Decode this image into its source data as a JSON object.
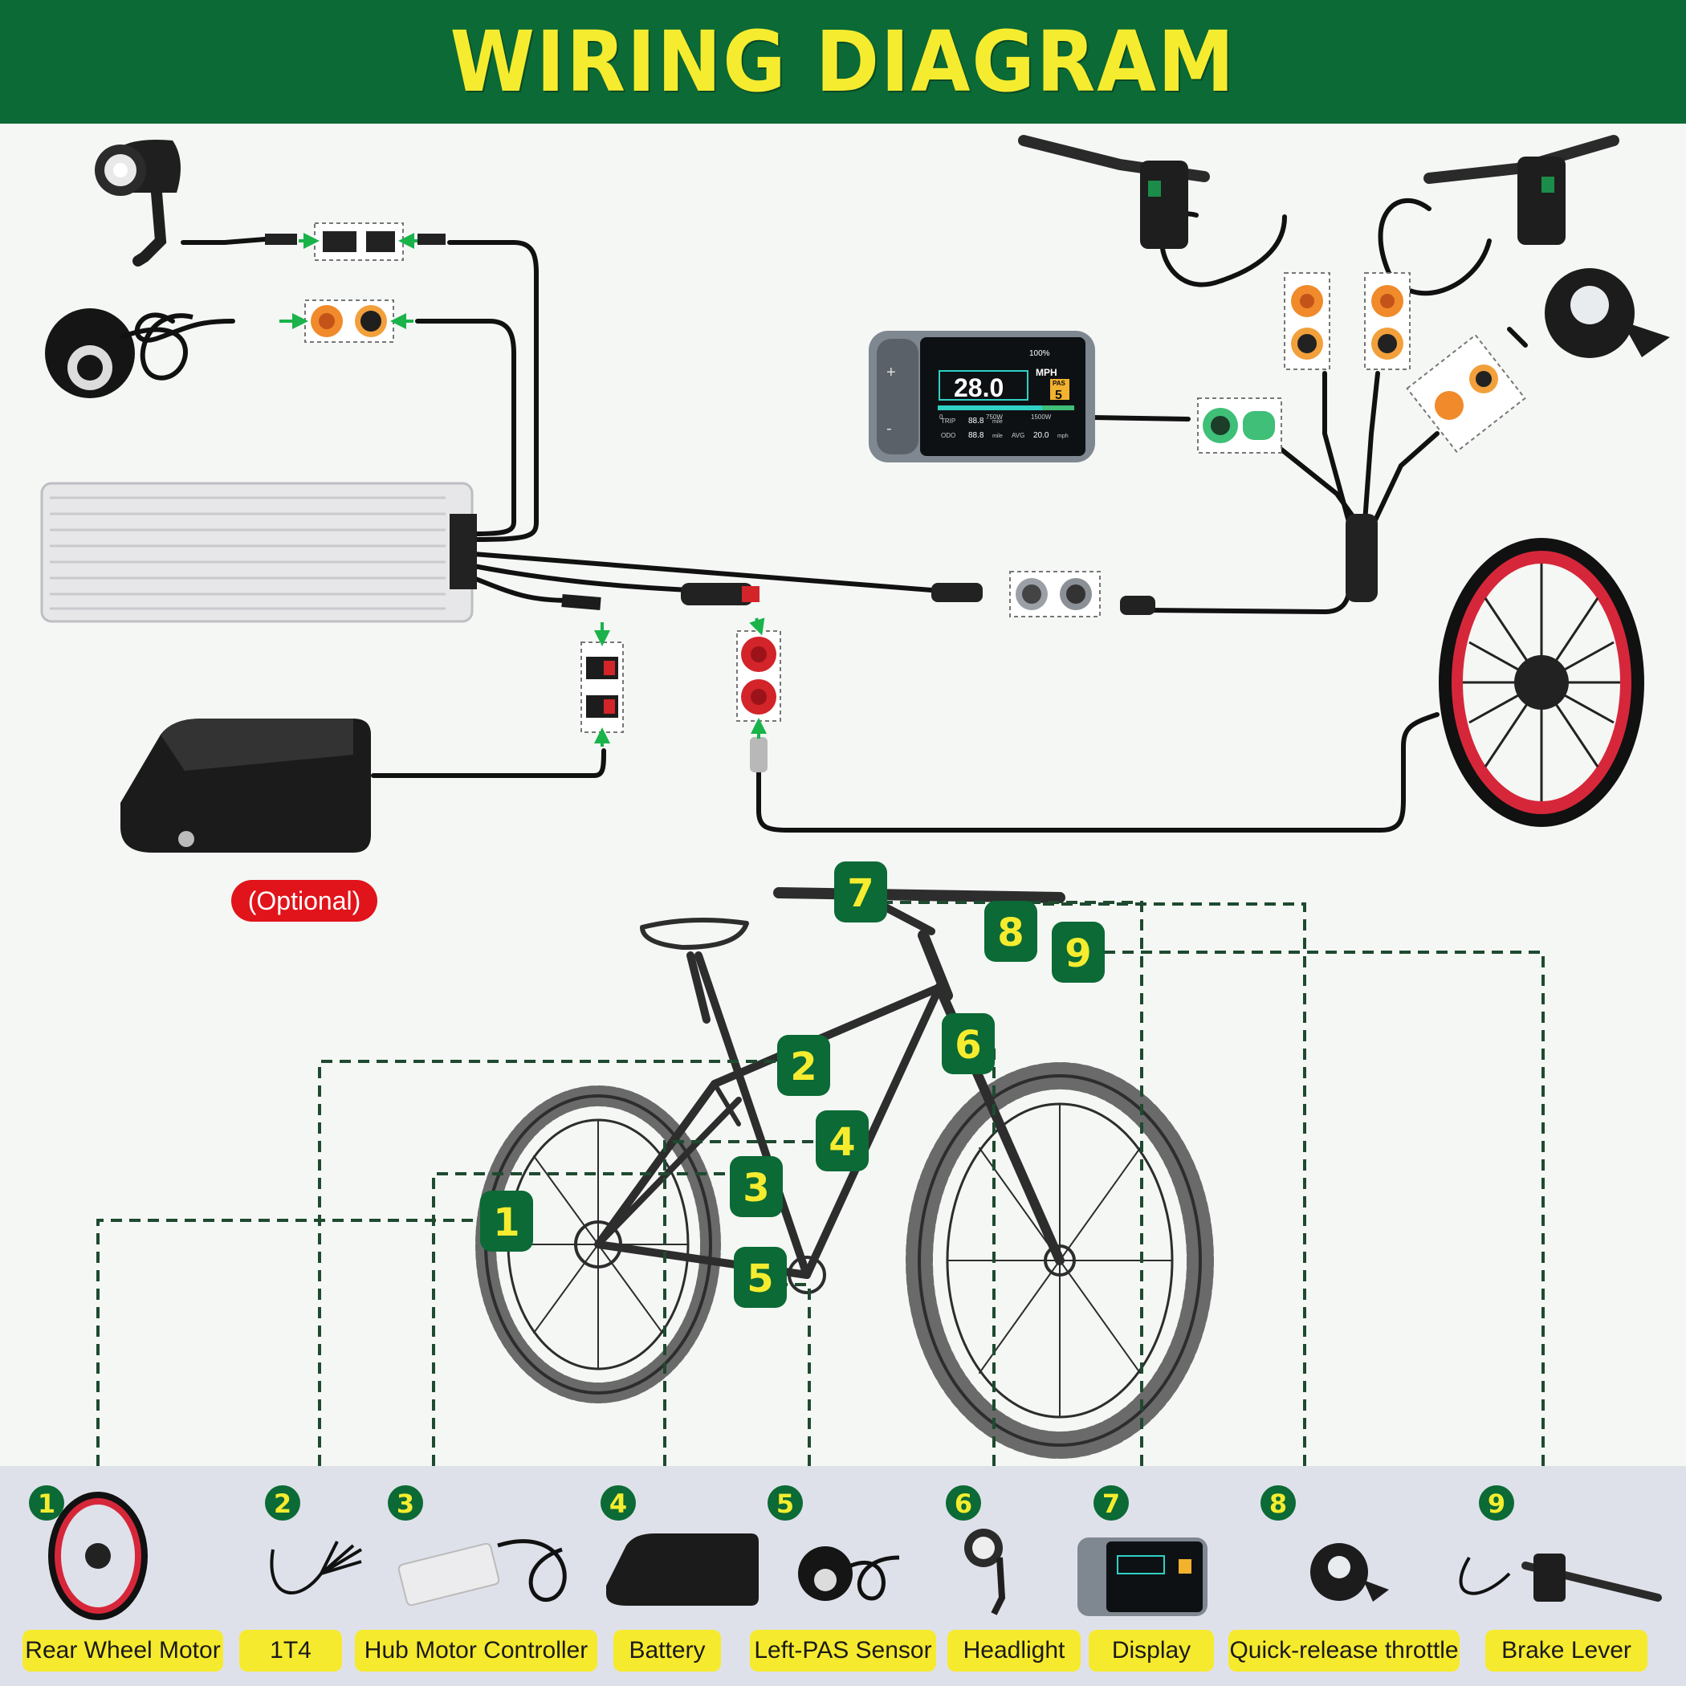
{
  "title": "WIRING DIAGRAM",
  "optional_badge": "(Optional)",
  "colors": {
    "header_bg": "#0b6a35",
    "title_text": "#f6ec2f",
    "badge_green": "#0b6a35",
    "badge_text": "#f6ec2f",
    "label_bg": "#f6ea2e",
    "optional_bg": "#e1141b",
    "dashed_line": "#1f4a30",
    "cable": "#111111"
  },
  "display_readout": {
    "speed": "28.0",
    "unit": "MPH",
    "battery": "100%",
    "pas_label": "PAS",
    "pas_level": "5",
    "power_min": "0",
    "power_mid": "750W",
    "power_max": "1500W",
    "trip_label": "TRIP",
    "trip_value": "88.8",
    "trip_unit": "mile",
    "odo_label": "ODO",
    "odo_value": "88.8",
    "odo_unit": "mile",
    "avg_label": "AVG",
    "avg_value": "20.0",
    "avg_unit": "mph"
  },
  "components": [
    {
      "number": "1",
      "label": "Rear Wheel Motor"
    },
    {
      "number": "2",
      "label": "1T4"
    },
    {
      "number": "3",
      "label": "Hub Motor Controller"
    },
    {
      "number": "4",
      "label": "Battery"
    },
    {
      "number": "5",
      "label": "Left-PAS Sensor"
    },
    {
      "number": "6",
      "label": "Headlight"
    },
    {
      "number": "7",
      "label": "Display"
    },
    {
      "number": "8",
      "label": "Quick-release throttle"
    },
    {
      "number": "9",
      "label": "Brake Lever"
    }
  ]
}
